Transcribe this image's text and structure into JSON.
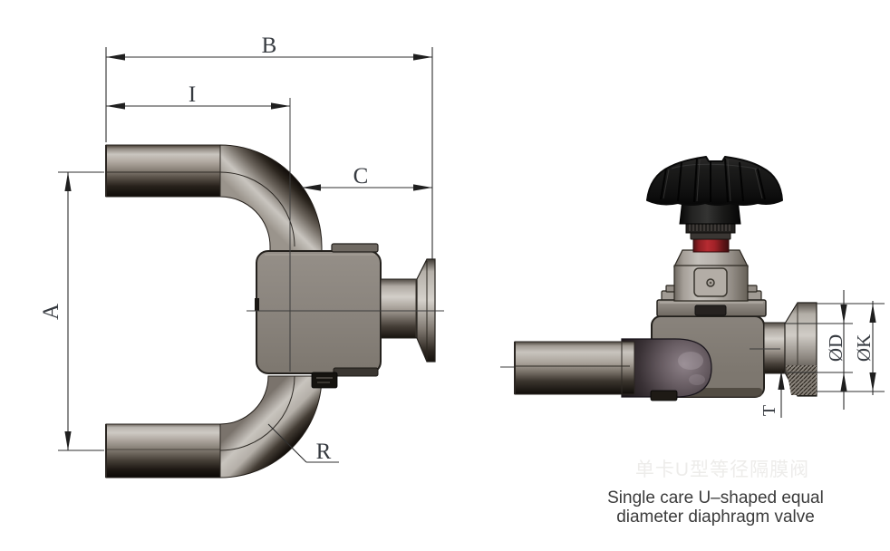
{
  "caption": {
    "line1": "Single care U–shaped equal",
    "line2": "diameter diaphragm valve"
  },
  "watermark_text": "单卡U型等径隔膜阀",
  "dims": {
    "A": "A",
    "B": "B",
    "C": "C",
    "I": "I",
    "R": "R",
    "phiD": "ØD",
    "phiK": "ØK",
    "T": "T"
  },
  "colors": {
    "background": "#ffffff",
    "dim_line": "#2f2f2f",
    "dim_text": "#363a40",
    "body_gray": "#8d8781",
    "metal_light": "#c8c4be",
    "knob_black": "#141414",
    "red_band": "#a82329",
    "caption_text": "#3b3b3b"
  }
}
